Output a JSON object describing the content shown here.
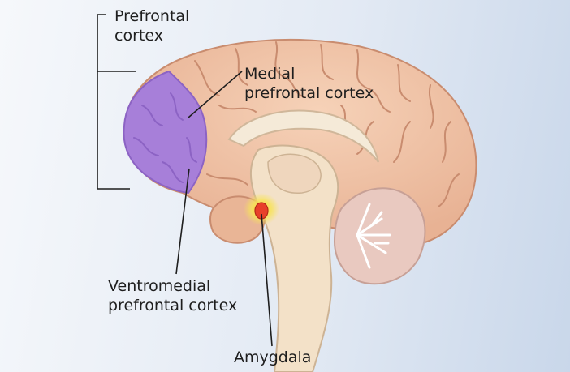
{
  "labels": {
    "prefrontal": {
      "line1": "Prefrontal",
      "line2": "cortex"
    },
    "medial": {
      "line1": "Medial",
      "line2": "prefrontal cortex"
    },
    "ventromedial": {
      "line1": "Ventromedial",
      "line2": "prefrontal cortex"
    },
    "amygdala": {
      "line1": "Amygdala"
    }
  },
  "colors": {
    "cortex": "#f1c4a6",
    "cortex_shadow": "#d9a185",
    "prefrontal_highlight": "#a77fd9",
    "prefrontal_highlight_dark": "#8c63c4",
    "brainstem": "#f3e1c8",
    "cerebellum": "#e9c9c0",
    "amygdala_core": "#e8402a",
    "amygdala_glow": "#f7e35a",
    "leader_line": "#1e1e1e"
  }
}
